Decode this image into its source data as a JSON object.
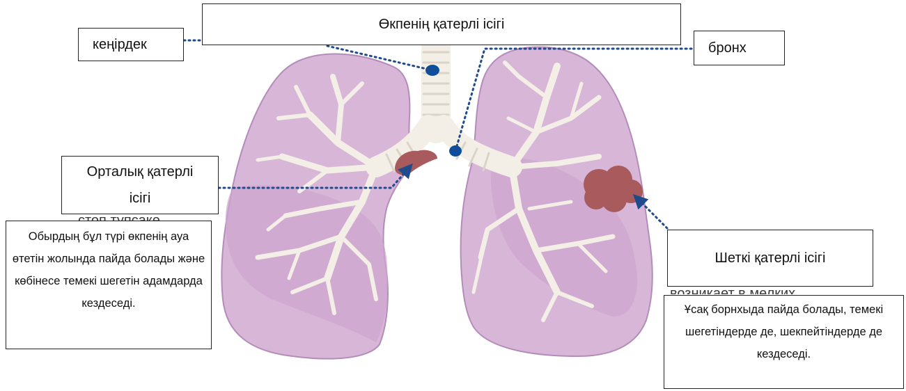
{
  "title": "Өкпенің қатерлі ісігі",
  "labels": {
    "trachea": "кеңірдек",
    "bronchus": "бронх",
    "central_cancer_line1": "Орталық қатерлі",
    "central_cancer_line2": "ісігі",
    "peripheral_cancer": "Шеткі қатерлі ісігі"
  },
  "descriptions": {
    "central": "Обырдың бұл түрі өкпенің ауа өтетін жолында пайда болады және көбінесе темекі шегетін адамдарда кездеседі.",
    "peripheral": "Ұсақ борнхыда пайда болады, темекі шегетіндерде де, шекпейтіндерде де кездеседі."
  },
  "ghost_text": {
    "left": "стоп тупсаке",
    "right": "возникает в мелких"
  },
  "colors": {
    "lung_fill": "#d8b6d8",
    "lung_stroke": "#b48cba",
    "lung_inner": "#cda6cf",
    "airway": "#f4efe6",
    "airway_ring": "#d9d3c8",
    "tumor": "#a85a5c",
    "marker": "#0e4e9c",
    "leader_line": "#1f4a8c"
  },
  "icons": [
    "lungs-illustration",
    "tumor-marker",
    "point-marker",
    "arrow-head"
  ]
}
